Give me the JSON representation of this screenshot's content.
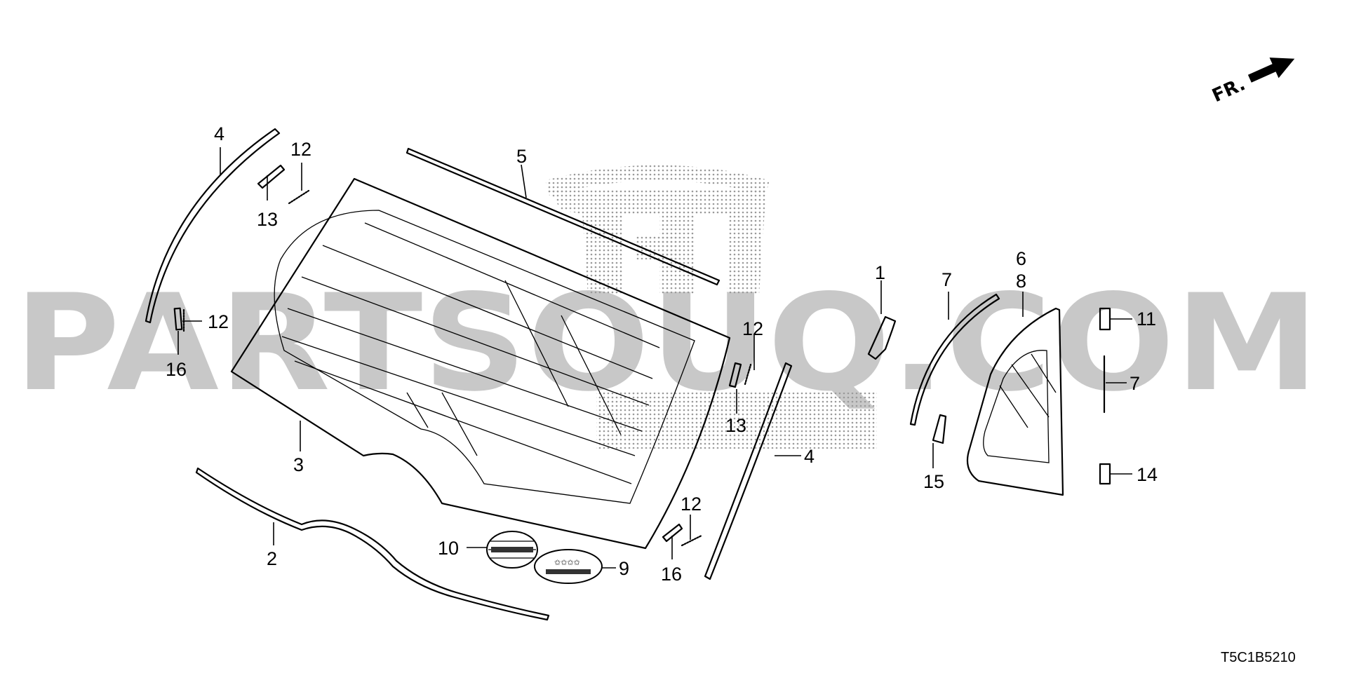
{
  "diagram": {
    "orientation": {
      "label": "FR."
    },
    "diagram_code": "T5C1B5210",
    "watermark": "PARTSOUQ.COM",
    "callouts": [
      "1",
      "2",
      "3",
      "4",
      "4",
      "5",
      "6",
      "8",
      "7",
      "7",
      "9",
      "10",
      "11",
      "12",
      "12",
      "12",
      "12",
      "13",
      "13",
      "14",
      "15",
      "16",
      "16"
    ]
  }
}
